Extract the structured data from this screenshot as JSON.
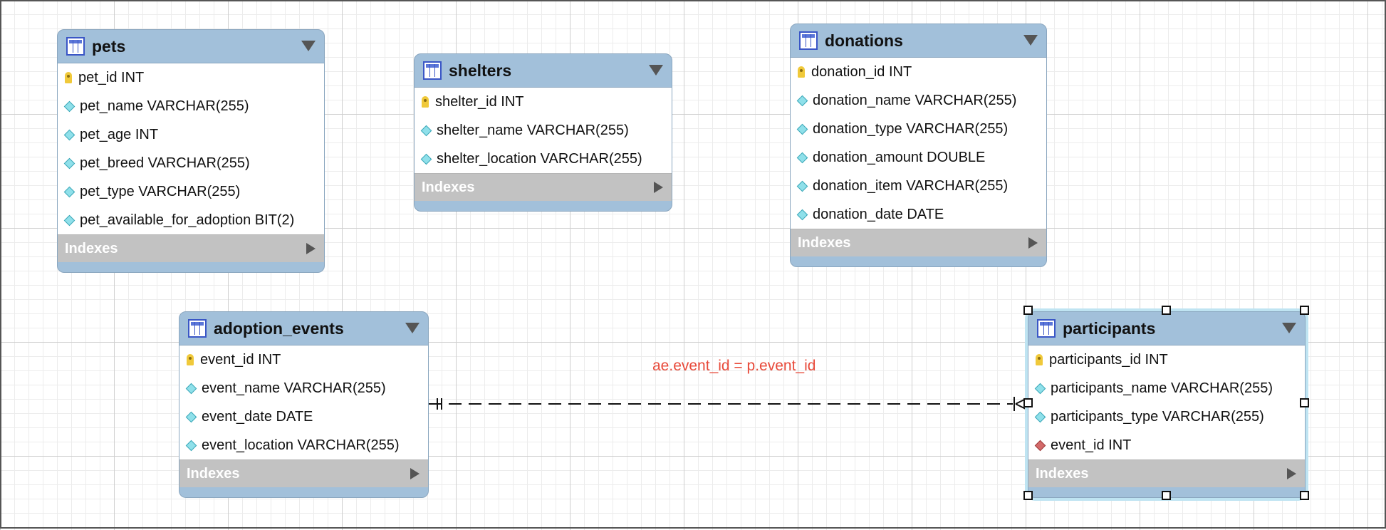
{
  "tables": {
    "pets": {
      "title": "pets",
      "columns": [
        {
          "label": "pet_id INT",
          "kind": "primary-key"
        },
        {
          "label": "pet_name VARCHAR(255)",
          "kind": "attribute"
        },
        {
          "label": "pet_age INT",
          "kind": "attribute"
        },
        {
          "label": "pet_breed VARCHAR(255)",
          "kind": "attribute"
        },
        {
          "label": "pet_type VARCHAR(255)",
          "kind": "attribute"
        },
        {
          "label": "pet_available_for_adoption BIT(2)",
          "kind": "attribute"
        }
      ],
      "indexes_label": "Indexes"
    },
    "shelters": {
      "title": "shelters",
      "columns": [
        {
          "label": "shelter_id INT",
          "kind": "primary-key"
        },
        {
          "label": "shelter_name VARCHAR(255)",
          "kind": "attribute"
        },
        {
          "label": "shelter_location VARCHAR(255)",
          "kind": "attribute"
        }
      ],
      "indexes_label": "Indexes"
    },
    "donations": {
      "title": "donations",
      "columns": [
        {
          "label": "donation_id INT",
          "kind": "primary-key"
        },
        {
          "label": "donation_name VARCHAR(255)",
          "kind": "attribute"
        },
        {
          "label": "donation_type VARCHAR(255)",
          "kind": "attribute"
        },
        {
          "label": "donation_amount DOUBLE",
          "kind": "attribute"
        },
        {
          "label": "donation_item VARCHAR(255)",
          "kind": "attribute"
        },
        {
          "label": "donation_date DATE",
          "kind": "attribute"
        }
      ],
      "indexes_label": "Indexes"
    },
    "adoption_events": {
      "title": "adoption_events",
      "columns": [
        {
          "label": "event_id INT",
          "kind": "primary-key"
        },
        {
          "label": "event_name VARCHAR(255)",
          "kind": "attribute"
        },
        {
          "label": "event_date DATE",
          "kind": "attribute"
        },
        {
          "label": "event_location VARCHAR(255)",
          "kind": "attribute"
        }
      ],
      "indexes_label": "Indexes"
    },
    "participants": {
      "title": "participants",
      "columns": [
        {
          "label": "participants_id INT",
          "kind": "primary-key"
        },
        {
          "label": "participants_name VARCHAR(255)",
          "kind": "attribute"
        },
        {
          "label": "participants_type VARCHAR(255)",
          "kind": "attribute"
        },
        {
          "label": "event_id INT",
          "kind": "foreign-key"
        }
      ],
      "indexes_label": "Indexes",
      "selected": true
    }
  },
  "relationship": {
    "label": "ae.event_id = p.event_id",
    "from": "adoption_events",
    "to": "participants",
    "color": "#e84a3a"
  }
}
